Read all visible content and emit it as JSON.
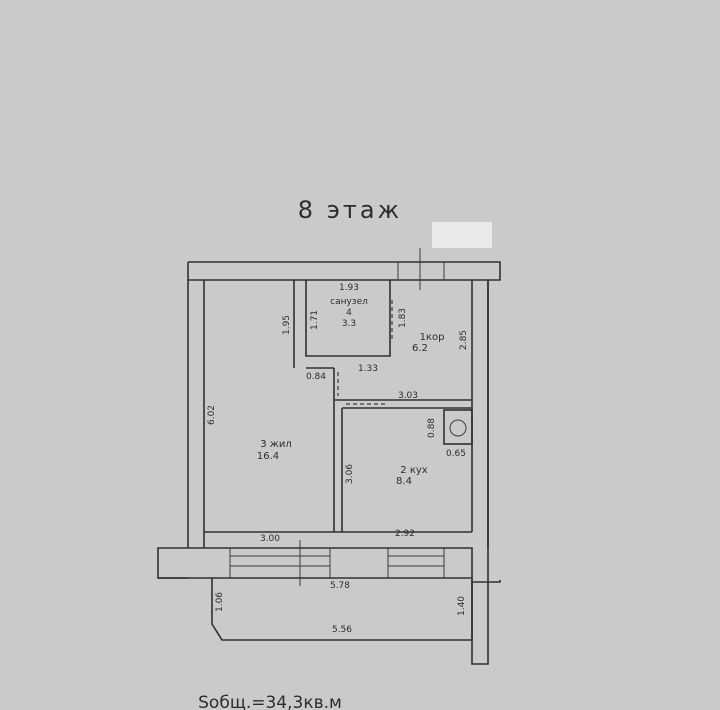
{
  "floor_title": "8 этаж",
  "total_area": "Sобщ.=34,3кв.м",
  "rooms": {
    "bathroom": {
      "name": "санузел",
      "number": "4",
      "area": "3.3"
    },
    "corridor": {
      "label": "1кор",
      "area": "6.2"
    },
    "living": {
      "label": "3 жил",
      "area": "16.4"
    },
    "kitchen": {
      "label": "2 кух",
      "area": "8.4"
    }
  },
  "dimensions": {
    "bath_width": "1.93",
    "bath_left_height": "1.95",
    "bath_inner_height": "1.71",
    "bath_right_height": "1.83",
    "corridor_height": "2.85",
    "hall_offset": "0.84",
    "hall_width": "1.33",
    "kitchen_top_width": "3.03",
    "stove_height": "0.88",
    "stove_width": "0.65",
    "living_height": "6.02",
    "kitchen_height": "3.06",
    "living_width": "3.00",
    "kitchen_width": "2.92",
    "balcony_outer_width": "5.78",
    "balcony_inner_width": "5.56",
    "balcony_left_depth": "1.06",
    "balcony_right_depth": "1.40"
  }
}
